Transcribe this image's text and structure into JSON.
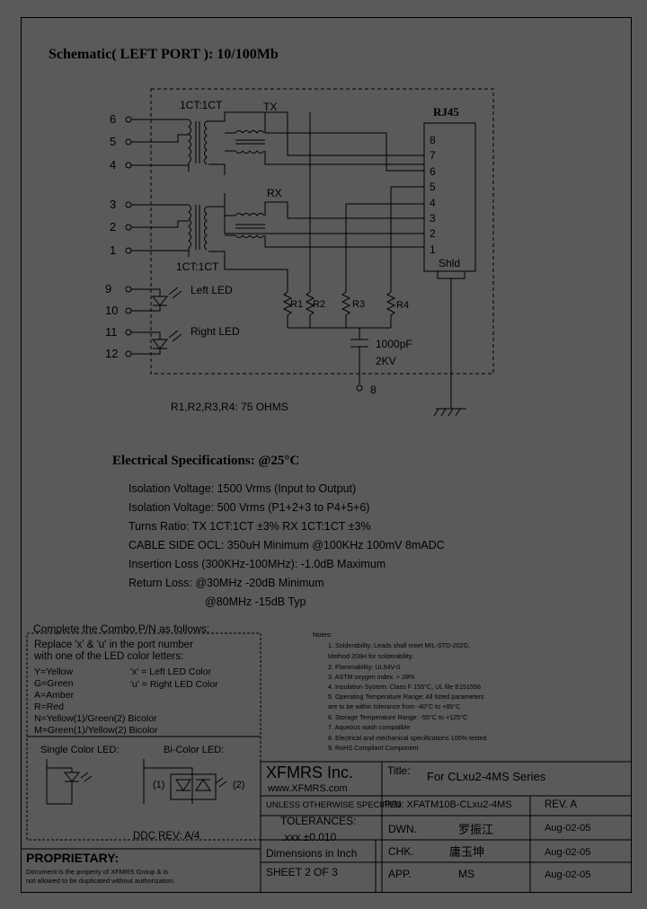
{
  "title": "Schematic( LEFT PORT ): 10/100Mb",
  "schematic": {
    "connector": "RJ45",
    "shield": "Shld",
    "ct_top": "1CT:1CT",
    "ct_bottom": "1CT:1CT",
    "tx": "TX",
    "rx": "RX",
    "left_pins": [
      "6",
      "5",
      "4",
      "3",
      "2",
      "1",
      "9",
      "10",
      "11",
      "12"
    ],
    "rj45_pins": [
      "8",
      "7",
      "6",
      "5",
      "4",
      "3",
      "2",
      "1"
    ],
    "left_led": "Left LED",
    "right_led": "Right LED",
    "resistors": [
      "R1",
      "R2",
      "R3",
      "R4"
    ],
    "cap_value": "1000pF",
    "cap_voltage": "2KV",
    "cap_pin": "8",
    "resistor_note": "R1,R2,R3,R4: 75 OHMS"
  },
  "electrical": {
    "heading": "Electrical   Specifications: @25°C",
    "lines": [
      "Isolation Voltage:  1500 Vrms (Input to Output)",
      "Isolation Voltage:  500 Vrms (P1+2+3 to P4+5+6)",
      "Turns Ratio: TX 1CT:1CT ±3% RX 1CT:1CT ±3%",
      "CABLE SIDE OCL: 350uH Minimum @100KHz 100mV 8mADC",
      "Insertion Loss (300KHz-100MHz): -1.0dB Maximum",
      "Return Loss: @30MHz   -20dB Minimum",
      "@80MHz   -15dB Typ"
    ]
  },
  "combo": {
    "heading": "Complete the Combo P/N as follows:",
    "intro": [
      "Replace 'x' & 'u' in the port number",
      "with one of the LED color letters:"
    ],
    "colors": [
      "Y=Yellow",
      "G=Green",
      "A=Amber",
      "R=Red",
      "N=Yellow(1)/Green(2) Bicolor",
      "M=Green(1)/Yellow(2) Bicolor"
    ],
    "x_note": "'x' = Left LED Color",
    "u_note": "'u' = Right LED Color",
    "single_label": "Single Color LED:",
    "bi_label": "Bi-Color LED:",
    "bi_left": "(1)",
    "bi_right": "(2)",
    "ddc_rev": "DDC REV: A/4"
  },
  "notes": {
    "heading": "Notes:",
    "items": [
      "1.  Solderability: Leads shall meet MIL-STD-202G,",
      "     Method 208H for solderability.",
      "2.  Flammability: UL94V-0",
      "3.  ASTM oxygen index: > 28%",
      "4.  Insulation System: Class F 155°C, UL file E151556",
      "5.  Operating Temperature Range: All listed parameters",
      "     are to be within tolerance from -40°C to +85°C",
      "6.  Storage Temperature Range: -55°C to +125°C",
      "7.  Aqueous wash compatible",
      "8.  Electrical and mechanical specifications 100% tested",
      "9.  RoHS Compliant Component"
    ]
  },
  "proprietary": {
    "heading": "PROPRIETARY:",
    "lines": [
      "Document is the property of XFMRS Group & is",
      "not allowed to be duplicated without authorization."
    ]
  },
  "titleblock": {
    "company": "XFMRS Inc.",
    "website": "www.XFMRS.com",
    "title_label": "Title:",
    "title_value": "For CLxu2-4MS Series",
    "tolerance_lines": [
      "UNLESS OTHERWISE SPECIFIED",
      "TOLERANCES:",
      ".xxx ±0.010",
      "Dimensions in Inch"
    ],
    "pn_label": "P/N: XFATM10B-CLxu2-4MS",
    "rev": "REV. A",
    "dwn_label": "DWN.",
    "dwn_name": "罗振江",
    "dwn_date": "Aug-02-05",
    "chk_label": "CHK.",
    "chk_name": "庸玉坤",
    "chk_date": "Aug-02-05",
    "app_label": "APP.",
    "app_name": "MS",
    "app_date": "Aug-02-05",
    "sheet": "SHEET 2 OF 3"
  }
}
